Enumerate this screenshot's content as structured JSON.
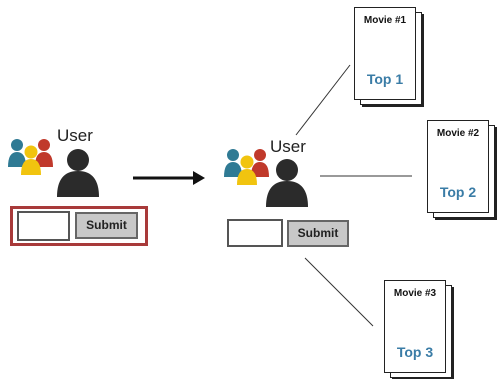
{
  "left_user": {
    "label": "User",
    "submit_label": "Submit",
    "input_value": ""
  },
  "right_user": {
    "label": "User",
    "submit_label": "Submit",
    "input_value": ""
  },
  "movies": [
    {
      "title": "Movie #1",
      "rank": "Top 1"
    },
    {
      "title": "Movie #2",
      "rank": "Top 2"
    },
    {
      "title": "Movie #3",
      "rank": "Top 3"
    }
  ],
  "colors": {
    "frame_border": "#a83a3a",
    "button_fill": "#c8c8c8",
    "rank_text": "#3a7ca6",
    "figure_dark": "#2b2b2b",
    "group_red": "#c0392b",
    "group_blue": "#2f7a94",
    "group_yellow": "#f1c40f"
  },
  "icons": [
    "group-icon",
    "user-silhouette-icon",
    "arrow-right-icon"
  ]
}
